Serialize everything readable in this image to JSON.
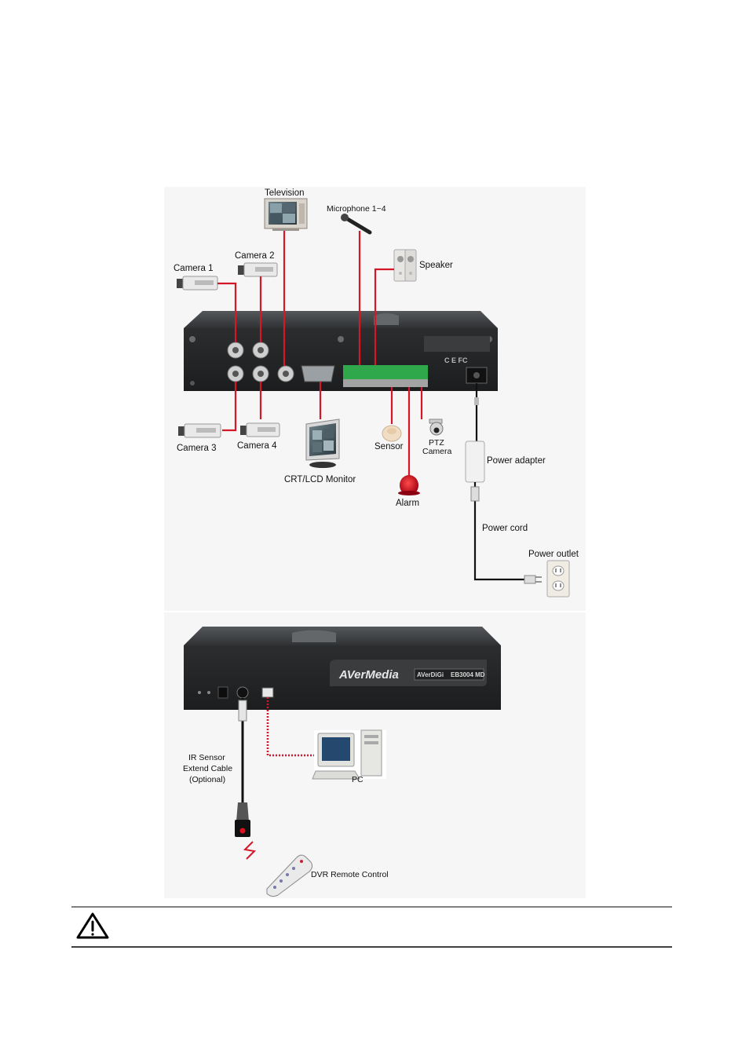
{
  "diagram_top": {
    "labels": {
      "television": "Television",
      "microphone": "Microphone 1~4",
      "speaker": "Speaker",
      "camera1": "Camera 1",
      "camera2": "Camera 2",
      "camera3": "Camera 3",
      "camera4": "Camera 4",
      "monitor": "CRT/LCD Monitor",
      "sensor": "Sensor",
      "ptz_line1": "PTZ",
      "ptz_line2": "Camera",
      "alarm": "Alarm",
      "power_adapter": "Power adapter",
      "power_cord": "Power cord",
      "power_outlet": "Power outlet"
    }
  },
  "diagram_bottom": {
    "brand": "AVerMedia",
    "model_brand": "AVerDiGi",
    "model": "EB3004 MD",
    "labels": {
      "ir_line1": "IR Sensor",
      "ir_line2": "Extend Cable",
      "ir_line3": "(Optional)",
      "pc": "PC",
      "remote": "DVR Remote Control"
    }
  },
  "colors": {
    "wire": "#d4182a",
    "dvr_body": "#2a2c2e"
  },
  "icons": {
    "warning": "warning-triangle-icon"
  }
}
